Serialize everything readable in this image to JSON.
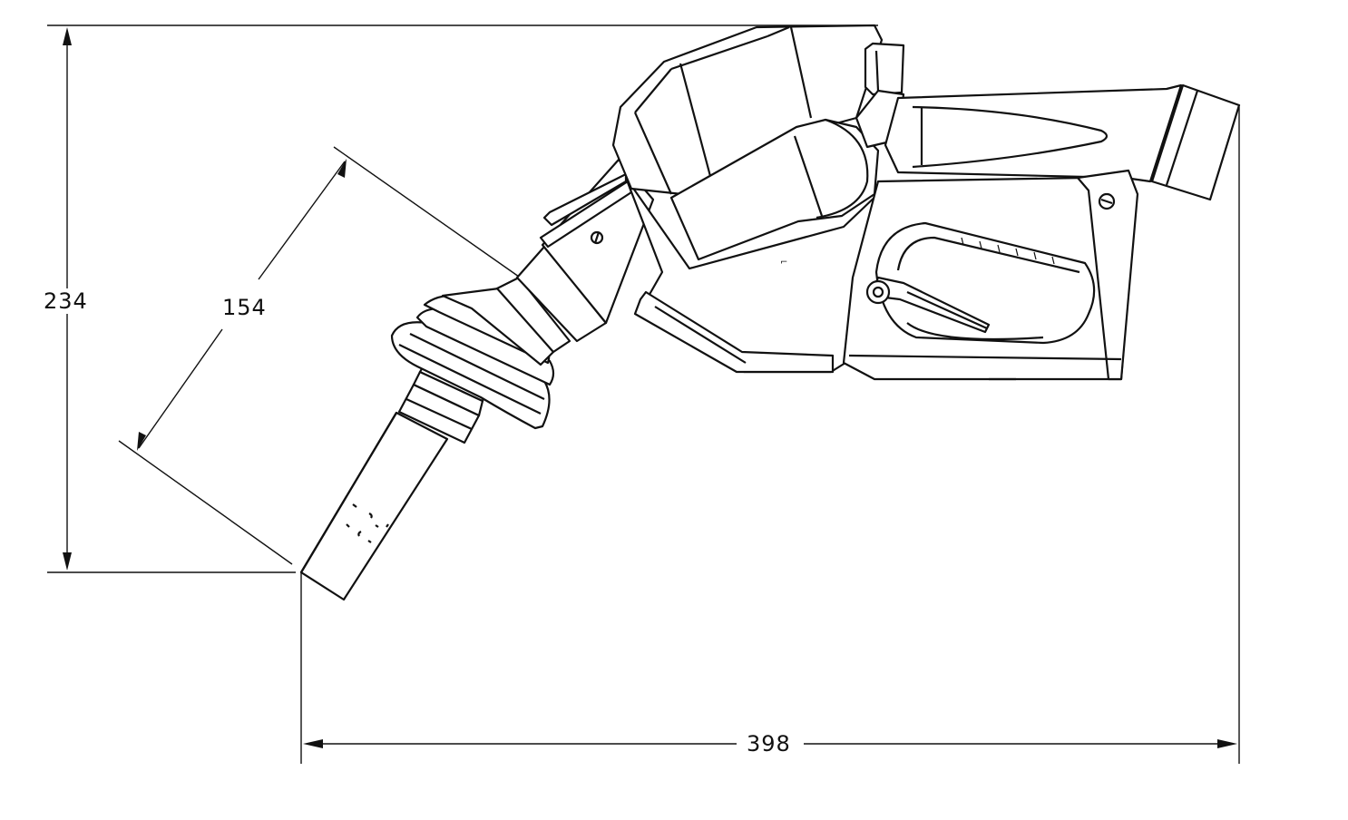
{
  "dimensions": {
    "height": {
      "value": "234"
    },
    "nozzle_length": {
      "value": "154"
    },
    "width": {
      "value": "398"
    }
  },
  "colors": {
    "line": "#111111",
    "background": "#ffffff"
  }
}
